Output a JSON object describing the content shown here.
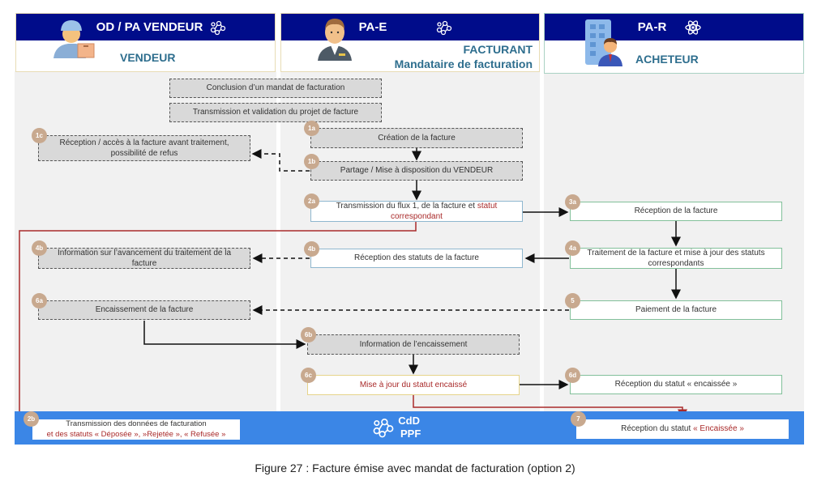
{
  "lanes": [
    {
      "title": "OD / PA VENDEUR",
      "role": "VENDEUR",
      "icon": "network-icon",
      "avatar": "delivery-person-icon"
    },
    {
      "title": "PA-E",
      "role_line1": "FACTURANT",
      "role_line2": "Mandataire de facturation",
      "icon": "network-icon",
      "avatar": "businessman-icon"
    },
    {
      "title": "PA-R",
      "role": "ACHETEUR",
      "icon": "atom-icon",
      "avatar": "building-buyer-icon"
    }
  ],
  "steps": {
    "mandat": {
      "text": "Conclusion d’un mandat de facturation"
    },
    "projet": {
      "text": "Transmission et validation du projet de facture"
    },
    "s1a": {
      "badge": "1a",
      "text": "Création de la facture"
    },
    "s1b": {
      "badge": "1b",
      "text": "Partage / Mise à disposition du VENDEUR"
    },
    "s1c": {
      "badge": "1c",
      "line1": "Réception / accès à la facture avant traitement,",
      "line2": "possibilité de refus"
    },
    "s2a": {
      "badge": "2a",
      "text_main": "Transmission du flux 1, de la facture et ",
      "text_red1": "statut",
      "text_red2": "correspondant"
    },
    "s2b": {
      "badge": "2b",
      "line1": "Transmission des données de facturation",
      "line2": "et des statuts « Déposée »,  »Rejetée », « Refusée »"
    },
    "s3a": {
      "badge": "3a",
      "text": "Réception de la facture"
    },
    "s4a": {
      "badge": "4a",
      "line1": "Traitement de la facture et mise à jour des statuts",
      "line2": "correspondants"
    },
    "s4b_e": {
      "badge": "4b",
      "text": "Réception des statuts de la facture"
    },
    "s4b_v": {
      "badge": "4b",
      "line1": "Information sur l’avancement du traitement de la",
      "line2": "facture"
    },
    "s5": {
      "badge": "5",
      "text": "Paiement de la facture"
    },
    "s6a": {
      "badge": "6a",
      "text": "Encaissement de la facture"
    },
    "s6b": {
      "badge": "6b",
      "text": "Information de l’encaissement"
    },
    "s6c": {
      "badge": "6c",
      "text": "Mise à jour du statut encaissé"
    },
    "s6d": {
      "badge": "6d",
      "text": "Réception du statut « encaissée »"
    },
    "s7": {
      "badge": "7",
      "text_main": "Réception du statut ",
      "text_red": "« Encaissée »"
    }
  },
  "ppf": {
    "line1": "CdD",
    "line2": "PPF",
    "icon": "network-icon"
  },
  "caption": "Figure 27 : Facture émise avec mandat de facturation (option 2)",
  "colors": {
    "header": "#000c8a",
    "ppf": "#3b86e6",
    "badge": "#c8a98f",
    "red_flow": "#a92a2a"
  }
}
